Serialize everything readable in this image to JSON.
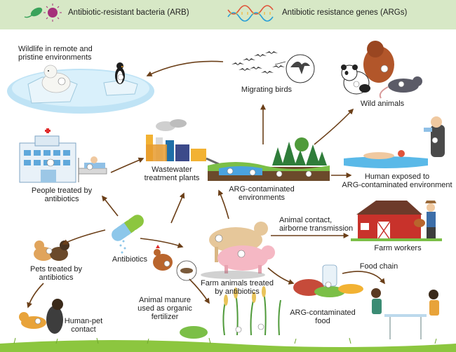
{
  "legend": {
    "bacteria": "Antibiotic-resistant bacteria (ARB)",
    "genes": "Antibiotic resistance genes (ARGs)"
  },
  "labels": {
    "wildlife": "Wildlife in remote and\npristine environments",
    "migrating_birds": "Migrating birds",
    "wild_animals": "Wild animals",
    "people_treated": "People treated by\nantibiotics",
    "wastewater": "Wastewater\ntreatment plants",
    "arg_env": "ARG-contaminated\nenvironments",
    "human_exposed": "Human exposed to\nARG-contaminated environment",
    "animal_contact": "Animal contact,\nairborne transmission",
    "farm_workers": "Farm workers",
    "antibiotics": "Antibiotics",
    "pets_treated": "Pets treated by\nantibiotics",
    "farm_animals": "Farm animals treated\nby antibiotics",
    "food_chain": "Food chain",
    "manure": "Animal manure\nused as organic\nfertilizer",
    "arg_food": "ARG-contaminated\nfood",
    "human_pet": "Human-pet\ncontact"
  },
  "colors": {
    "header_band": "#cfe3bd",
    "arrow": "#7a4a1f",
    "ground": "#8cc63f",
    "ice": "#bfe3f5",
    "water": "#4aa3df"
  }
}
